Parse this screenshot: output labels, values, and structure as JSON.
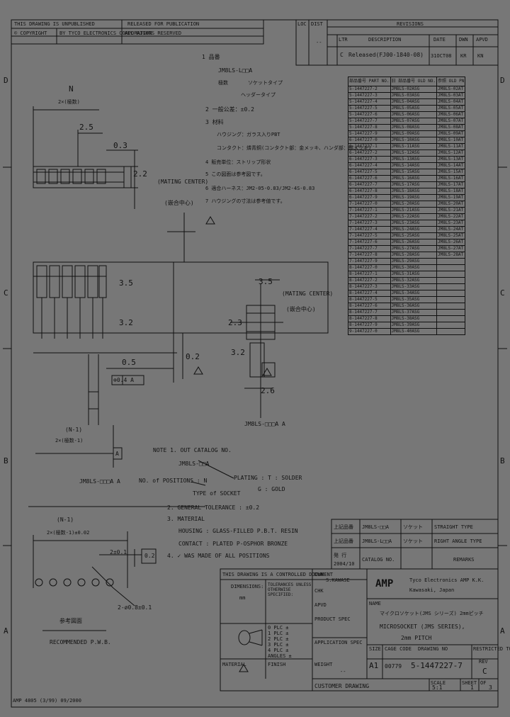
{
  "header": {
    "notice_line1": "THIS DRAWING IS UNPUBLISHED",
    "notice_line2": "RELEASED FOR PUBLICATION",
    "copyright": "© COPYRIGHT",
    "copyright_by": "BY TYCO ELECTRONICS CORPORATION",
    "rights": "ALL RIGHTS RESERVED"
  },
  "revisions": {
    "title": "REVISIONS",
    "loc_label": "LOC",
    "dist_label": "DIST",
    "dist_value": "--",
    "ltr_label": "LTR",
    "desc_label": "DESCRIPTION",
    "date_label": "DATE",
    "dwn_label": "DWN",
    "apvd_label": "APVD",
    "rows": [
      {
        "ltr": "C",
        "desc": "Released(FJ00-1840-08)",
        "date": "31OCT08",
        "dwn": "KR",
        "apvd": "KN"
      }
    ]
  },
  "zones": {
    "left": [
      "D",
      "C",
      "B",
      "A"
    ],
    "right": [
      "D",
      "C",
      "B",
      "A"
    ]
  },
  "notes": {
    "n1_title": "1  品番",
    "n1_code": "JM8LS-L□□A",
    "n1_l1": "極数",
    "n1_l2": "ソケットタイプ",
    "n1_l3": "ヘッダータイプ",
    "n2": "2  一般公差：±0.2",
    "n3": "3  材料",
    "n3a": "ハウジング：ガラス入りPBT",
    "n3b": "コンタクト：燐青銅(コンタクト部：金メッキ、ハンダ部：錫メッキ)",
    "n4": "4  販売単位：ストリップ形状",
    "n5": "5  この図面は参考図です。",
    "n6": "6  適合ハーネス：JM2-05-0.83/JM2-4S-0.83",
    "n7": "7  ハウジングの寸法は参考値です。"
  },
  "views": {
    "top_dim_n": "N",
    "top_dim_n_sub": "2×(極数)",
    "top_dim_25": "2.5",
    "top_dim_03": "0.3",
    "top_dim_22": "2.2",
    "mating_center": "(MATING CENTER)",
    "mating_center_jp": "(嵌合中心)",
    "front_dim_35": "3.5",
    "front_dim_32": "3.2",
    "front_dim_02": "0.2",
    "front_dim_05": "0.5",
    "front_dim_04": "0.4",
    "front_tol": "⊕0.4 A",
    "bottom_dim_1": "(N-1)",
    "bottom_dim_1b": "2×(極数-1)",
    "datum_a": "A",
    "view_label_1": "JM8LS-□□□A A",
    "side_dim_35": "3.5",
    "side_dim_23": "2.3",
    "side_dim_32": "3.2",
    "side_dim_26": "2.6",
    "side_mating": "(MATING CENTER)",
    "side_mating_jp": "(嵌合中心)",
    "side_label": "JM8LS-□□□A A"
  },
  "en_notes": {
    "note1": "NOTE 1. OUT CATALOG NO.",
    "code": "JM8LS-□□A",
    "no_pos": "NO. of POSITIONS : N",
    "plating": "PLATING : T : SOLDER",
    "plating2": "G : GOLD",
    "type": "TYPE of SOCKET",
    "note2": "2. GENERAL TOLERANCE : ±0.2",
    "note3": "3. MATERIAL",
    "note3a": "HOUSING : GLASS-FILLED P.B.T. RESIN",
    "note3b": "CONTACT : PLATED P-OSPHOR BRONZE",
    "note4": "4. ✓ WAS MADE OF ALL POSITIONS"
  },
  "pcb": {
    "dim_n1": "(N-1)",
    "dim_n1b": "2×(極数-1)±0.02",
    "dim_2": "2±0.1",
    "dim_02": "0.2",
    "hole": "2-ø0.8±0.1",
    "label_jp": "参考図面",
    "label_en": "RECOMMENDED P.W.B."
  },
  "parts": {
    "headers": [
      "部品番号 PART NO.",
      "旧 部品番号 OLD NO.",
      "参照 OLD PN"
    ],
    "rows": [
      [
        "5-1447227-2",
        "JM8LS-02ASG",
        "JM8LS-02AT"
      ],
      [
        "5-1447227-3",
        "JM8LS-03ASG",
        "JM8LS-03AT"
      ],
      [
        "5-1447227-4",
        "JM8LS-04ASG",
        "JM8LS-04AT"
      ],
      [
        "5-1447227-5",
        "JM8LS-05ASG",
        "JM8LS-05AT"
      ],
      [
        "5-1447227-6",
        "JM8LS-06ASG",
        "JM8LS-06AT"
      ],
      [
        "5-1447227-7",
        "JM8LS-07ASG",
        "JM8LS-07AT"
      ],
      [
        "5-1447227-8",
        "JM8LS-08ASG",
        "JM8LS-08AT"
      ],
      [
        "5-1447227-9",
        "JM8LS-09ASG",
        "JM8LS-09AT"
      ],
      [
        "6-1447227-0",
        "JM8LS-10ASG",
        "JM8LS-10AT"
      ],
      [
        "6-1447227-1",
        "JM8LS-11ASG",
        "JM8LS-11AT"
      ],
      [
        "6-1447227-2",
        "JM8LS-12ASG",
        "JM8LS-12AT"
      ],
      [
        "6-1447227-3",
        "JM8LS-13ASG",
        "JM8LS-13AT"
      ],
      [
        "6-1447227-4",
        "JM8LS-14ASG",
        "JM8LS-14AT"
      ],
      [
        "6-1447227-5",
        "JM8LS-15ASG",
        "JM8LS-15AT"
      ],
      [
        "6-1447227-6",
        "JM8LS-16ASG",
        "JM8LS-16AT"
      ],
      [
        "6-1447227-7",
        "JM8LS-17ASG",
        "JM8LS-17AT"
      ],
      [
        "6-1447227-8",
        "JM8LS-18ASG",
        "JM8LS-18AT"
      ],
      [
        "6-1447227-9",
        "JM8LS-19ASG",
        "JM8LS-19AT"
      ],
      [
        "7-1447227-0",
        "JM8LS-20ASG",
        "JM8LS-20AT"
      ],
      [
        "7-1447227-1",
        "JM8LS-21ASG",
        "JM8LS-21AT"
      ],
      [
        "7-1447227-2",
        "JM8LS-22ASG",
        "JM8LS-22AT"
      ],
      [
        "7-1447227-3",
        "JM8LS-23ASG",
        "JM8LS-23AT"
      ],
      [
        "7-1447227-4",
        "JM8LS-24ASG",
        "JM8LS-24AT"
      ],
      [
        "7-1447227-5",
        "JM8LS-25ASG",
        "JM8LS-25AT"
      ],
      [
        "7-1447227-6",
        "JM8LS-26ASG",
        "JM8LS-26AT"
      ],
      [
        "7-1447227-7",
        "JM8LS-27ASG",
        "JM8LS-27AT"
      ],
      [
        "7-1447227-8",
        "JM8LS-28ASG",
        "JM8LS-28AT"
      ],
      [
        "7-1447227-9",
        "JM8LS-29ASG",
        ""
      ],
      [
        "8-1447227-0",
        "JM8LS-30ASG",
        ""
      ],
      [
        "8-1447227-1",
        "JM8LS-31ASG",
        ""
      ],
      [
        "8-1447227-2",
        "JM8LS-32ASG",
        ""
      ],
      [
        "8-1447227-3",
        "JM8LS-33ASG",
        ""
      ],
      [
        "8-1447227-4",
        "JM8LS-34ASG",
        ""
      ],
      [
        "8-1447227-5",
        "JM8LS-35ASG",
        ""
      ],
      [
        "8-1447227-6",
        "JM8LS-36ASG",
        ""
      ],
      [
        "8-1447227-7",
        "JM8LS-37ASG",
        ""
      ],
      [
        "8-1447227-8",
        "JM8LS-38ASG",
        ""
      ],
      [
        "8-1447227-9",
        "JM8LS-39ASG",
        ""
      ],
      [
        "9-1447227-0",
        "JM8LS-40ASG",
        ""
      ]
    ]
  },
  "lower_table": {
    "r1c1": "上記品番",
    "r1c2": "JM8LS-□□A",
    "r1c3": "ソケット",
    "r1c4": "STRAIGHT TYPE",
    "r2c1": "上記品番",
    "r2c2": "JM8LS-L□□A",
    "r2c3": "ソケット",
    "r2c4": "RIGHT ANGLE TYPE",
    "r3c1": "発 行",
    "r3c2": "2004/10",
    "r3c3": "CATALOG NO.",
    "r3c4": "REMARKS"
  },
  "title_block": {
    "controlled": "THIS DRAWING IS A CONTROLLED DOCUMENT",
    "dwn": "DWN",
    "dwn_name": "S.KAWASE",
    "chk": "CHK",
    "appr": "APVD",
    "dims": "DIMENSIONS:",
    "dims_unit": "mm",
    "tol_label": "TOLERANCES UNLESS OTHERWISE SPECIFIED:",
    "tol_rows": [
      "0 PLC ±",
      "1 PLC ±",
      "2 PLC ±",
      "3 PLC ±",
      "4 PLC ±",
      "ANGLES ±"
    ],
    "material": "MATERIAL",
    "finish": "FINISH",
    "weight": "WEIGHT",
    "weight_val": "--",
    "app_spec": "APPLICATION SPEC",
    "product_spec": "PRODUCT SPEC",
    "logo": "AMP",
    "company": "Tyco Electronics AMP K.K.",
    "company2": "Kawasaki, Japan",
    "name_label": "NAME",
    "name_jp": "マイクロソケット(JMS シリーズ) 2mmピッチ",
    "name_en1": "MICROSOCKET (JMS SERIES),",
    "name_en2": "2mm PITCH",
    "size_label": "SIZE",
    "cage": "CAGE CODE",
    "dwg_no_label": "DRAWING NO",
    "restricted": "RESTRICTED TO",
    "size": "A1",
    "cage_code": "00779",
    "dwg_no": "5-1447227-7",
    "scale_label": "SCALE",
    "scale": "5:1",
    "sheet_label": "SHEET",
    "sheet": "1",
    "of": "OF",
    "of_val": "3",
    "rev_label": "REV",
    "rev": "C",
    "customer": "CUSTOMER DRAWING"
  },
  "footer": "AMP 4805 (3/99) 09/2000"
}
